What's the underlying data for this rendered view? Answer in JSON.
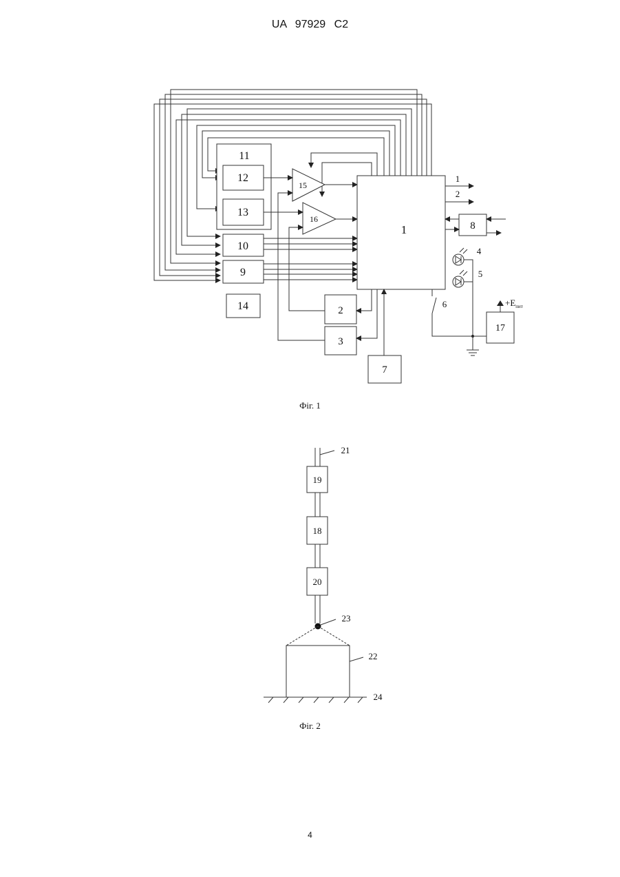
{
  "header": {
    "text": "UA   97929   C2"
  },
  "figure1": {
    "caption": "Фіг. 1",
    "blocks": {
      "b1": "1",
      "b2": "2",
      "b3": "3",
      "b7": "7",
      "b8": "8",
      "b9": "9",
      "b10": "10",
      "b11": "11",
      "b12": "12",
      "b13": "13",
      "b14": "14",
      "b15": "15",
      "b16": "16",
      "b17": "17"
    },
    "outputs": {
      "o1": "1",
      "o2": "2"
    },
    "leds": {
      "l4": "4",
      "l5": "5"
    },
    "switch": {
      "s6": "6"
    },
    "power": {
      "label": "+E",
      "subscript": "пит"
    }
  },
  "figure2": {
    "caption": "Фіг. 2",
    "labels": {
      "n18": "18",
      "n19": "19",
      "n20": "20",
      "n21": "21",
      "n22": "22",
      "n23": "23",
      "n24": "24"
    }
  },
  "page_number": "4"
}
